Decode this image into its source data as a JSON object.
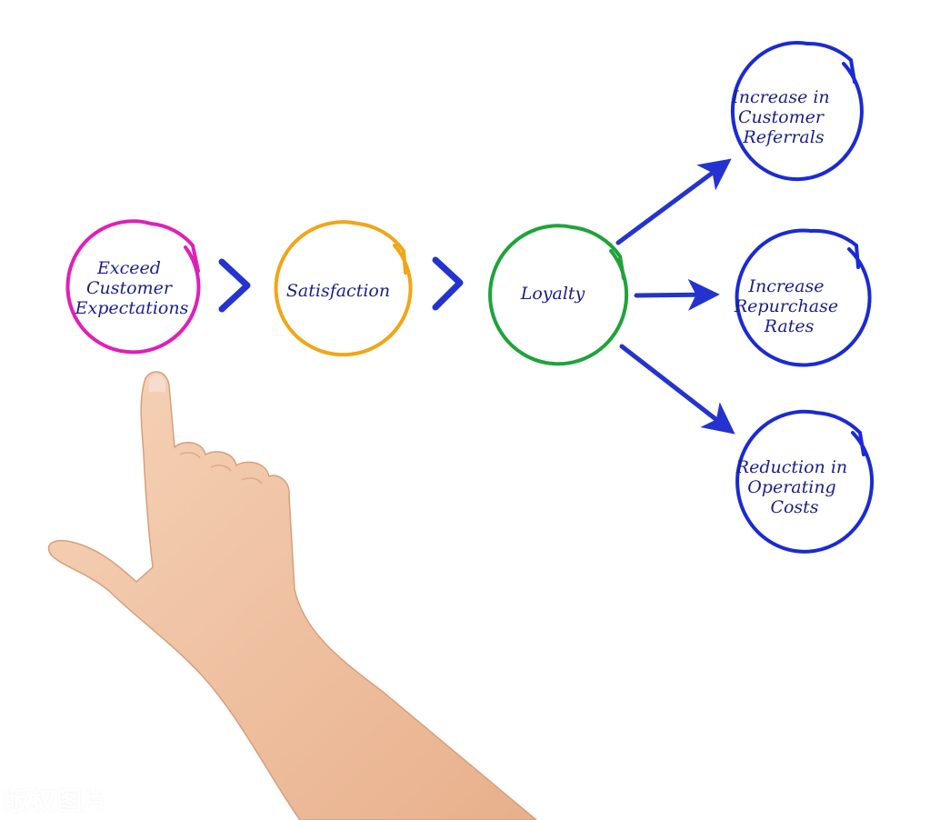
{
  "colors": {
    "expectations": "#e01fb8",
    "satisfaction": "#f2a516",
    "loyalty": "#1fa33a",
    "outcomes": "#1a2ad6",
    "chevron": "#2433d0",
    "arrow": "#2433d0",
    "text": "#1a1f8c",
    "skin": "#f3c7a6"
  },
  "nodes": {
    "expectations": {
      "line1": "Exceed",
      "line2": "Customer",
      "line3": "Expectations"
    },
    "satisfaction": {
      "line1": "Satisfaction"
    },
    "loyalty": {
      "line1": "Loyalty"
    },
    "referrals": {
      "line1": "Increase in",
      "line2": "Customer",
      "line3": "Referrals"
    },
    "repurchase": {
      "line1": "Increase",
      "line2": "Repurchase",
      "line3": "Rates"
    },
    "costs": {
      "line1": "Reduction in",
      "line2": "Operating",
      "line3": "Costs"
    }
  },
  "watermark": "版权图片"
}
